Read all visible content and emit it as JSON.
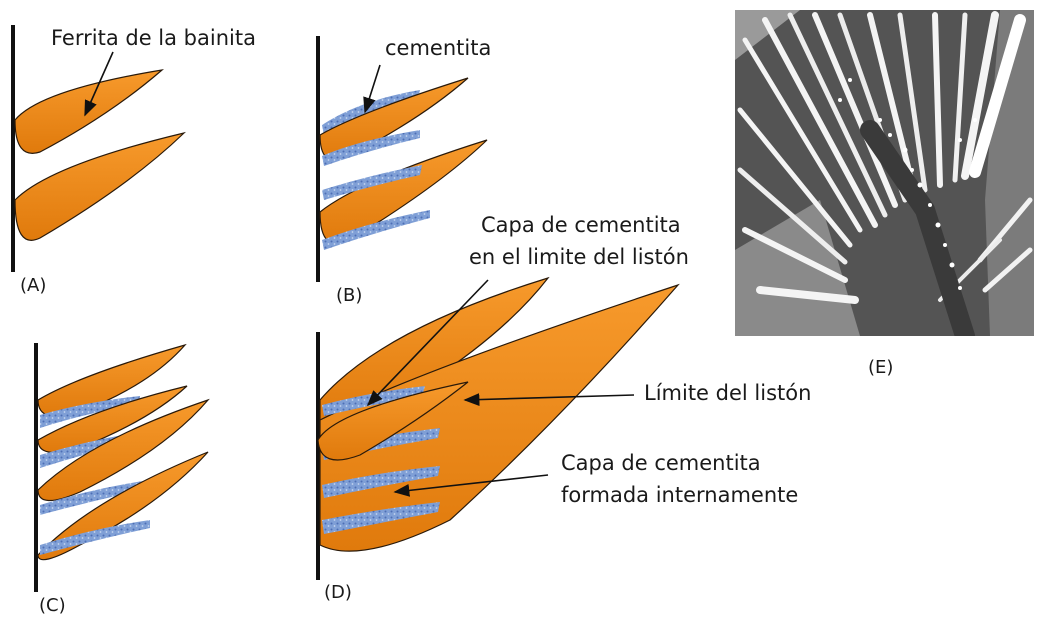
{
  "labels": {
    "ferrita": "Ferrita de la bainita",
    "cementita": "cementita",
    "capa_limite_1": "Capa de cementita",
    "capa_limite_2": "en el limite del listón",
    "limite_liston": "Límite del listón",
    "capa_interna_1": "Capa de cementita",
    "capa_interna_2": "formada internamente"
  },
  "panels": {
    "a": "(A)",
    "b": "(B)",
    "c": "(C)",
    "d": "(D)",
    "e": "(E)"
  },
  "colors": {
    "ferrite": "#f5901e",
    "ferrite_dark": "#d96d05",
    "cementite": "#7f9fd6",
    "outline": "#2a1a0a",
    "micrograph_bg": "#545454"
  }
}
